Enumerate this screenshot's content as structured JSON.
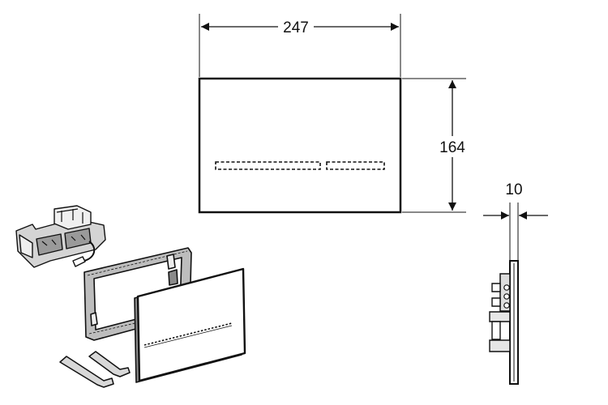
{
  "dimensions": {
    "width": "247",
    "height": "164",
    "thickness": "10"
  },
  "colors": {
    "line": "#111111",
    "plate_fill": "#ffffff",
    "frame_fill": "#bdbdbd",
    "module_fill": "#d4d4d4"
  }
}
